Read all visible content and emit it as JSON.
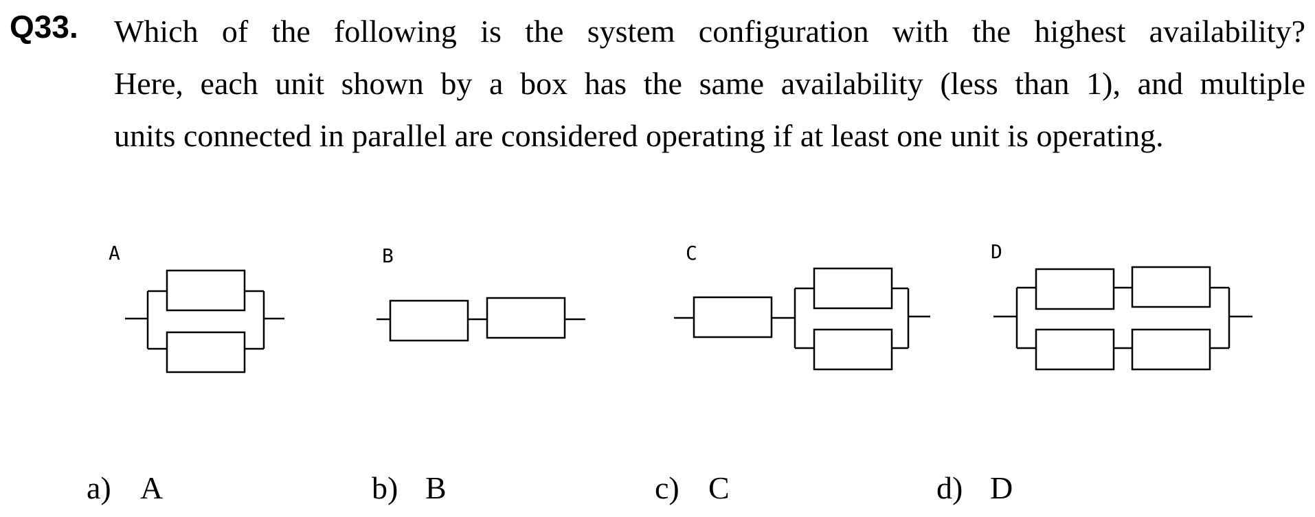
{
  "question": {
    "number": "Q33.",
    "lines": [
      "Which of the following is the system configuration with the highest availability?",
      "Here, each unit shown by a box has the same availability (less than 1), and multiple",
      "units connected in parallel are considered operating if at least one unit is operating."
    ]
  },
  "diagrams": [
    {
      "label": "A",
      "structure": "two units in parallel"
    },
    {
      "label": "B",
      "structure": "two units in series"
    },
    {
      "label": "C",
      "structure": "one unit in series with two parallel units"
    },
    {
      "label": "D",
      "structure": "two series pairs connected in parallel"
    }
  ],
  "choices": [
    {
      "letter": "a)",
      "text": "A"
    },
    {
      "letter": "b)",
      "text": "B"
    },
    {
      "letter": "c)",
      "text": "C"
    },
    {
      "letter": "d)",
      "text": "D"
    }
  ]
}
